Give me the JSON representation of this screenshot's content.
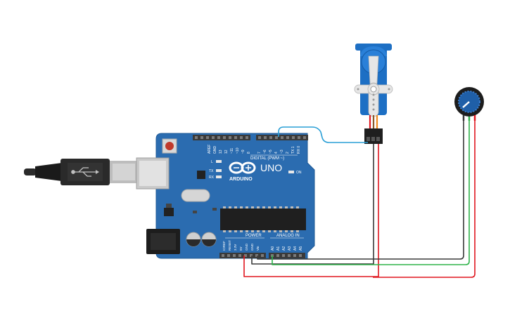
{
  "board": {
    "model": "UNO",
    "brand": "ARDUINO",
    "digital_header": "DIGITAL (PWM ~)",
    "power_header": "POWER",
    "analog_header": "ANALOG IN",
    "on_label": "ON",
    "led_labels": [
      "L",
      "TX",
      "RX"
    ],
    "aref_gnd": [
      "AREF",
      "GND"
    ],
    "digital_pins": [
      "13",
      "12",
      "~11",
      "~10",
      "~9",
      "8",
      "7",
      "~6",
      "~5",
      "4",
      "~3",
      "2",
      "TX 1",
      "RX 0"
    ],
    "power_pins": [
      "IOREF",
      "RESET",
      "3.3V",
      "5V",
      "GND",
      "GND",
      "Vin"
    ],
    "analog_pins": [
      "A0",
      "A1",
      "A2",
      "A3",
      "A4",
      "A5"
    ]
  },
  "components": {
    "servo": "micro servo",
    "potentiometer": "potentiometer",
    "usb": "USB-B cable",
    "power_jack": "DC barrel jack"
  },
  "wire_colors": {
    "red": "#e0161e",
    "black": "#3a3a3a",
    "green": "#2eb34a",
    "blue": "#2a9fd6"
  },
  "colors": {
    "board": "#2b6cb0",
    "board_edge": "#1f5a96",
    "header": "#3a3a3a",
    "servo_body": "#1d6fc4"
  }
}
